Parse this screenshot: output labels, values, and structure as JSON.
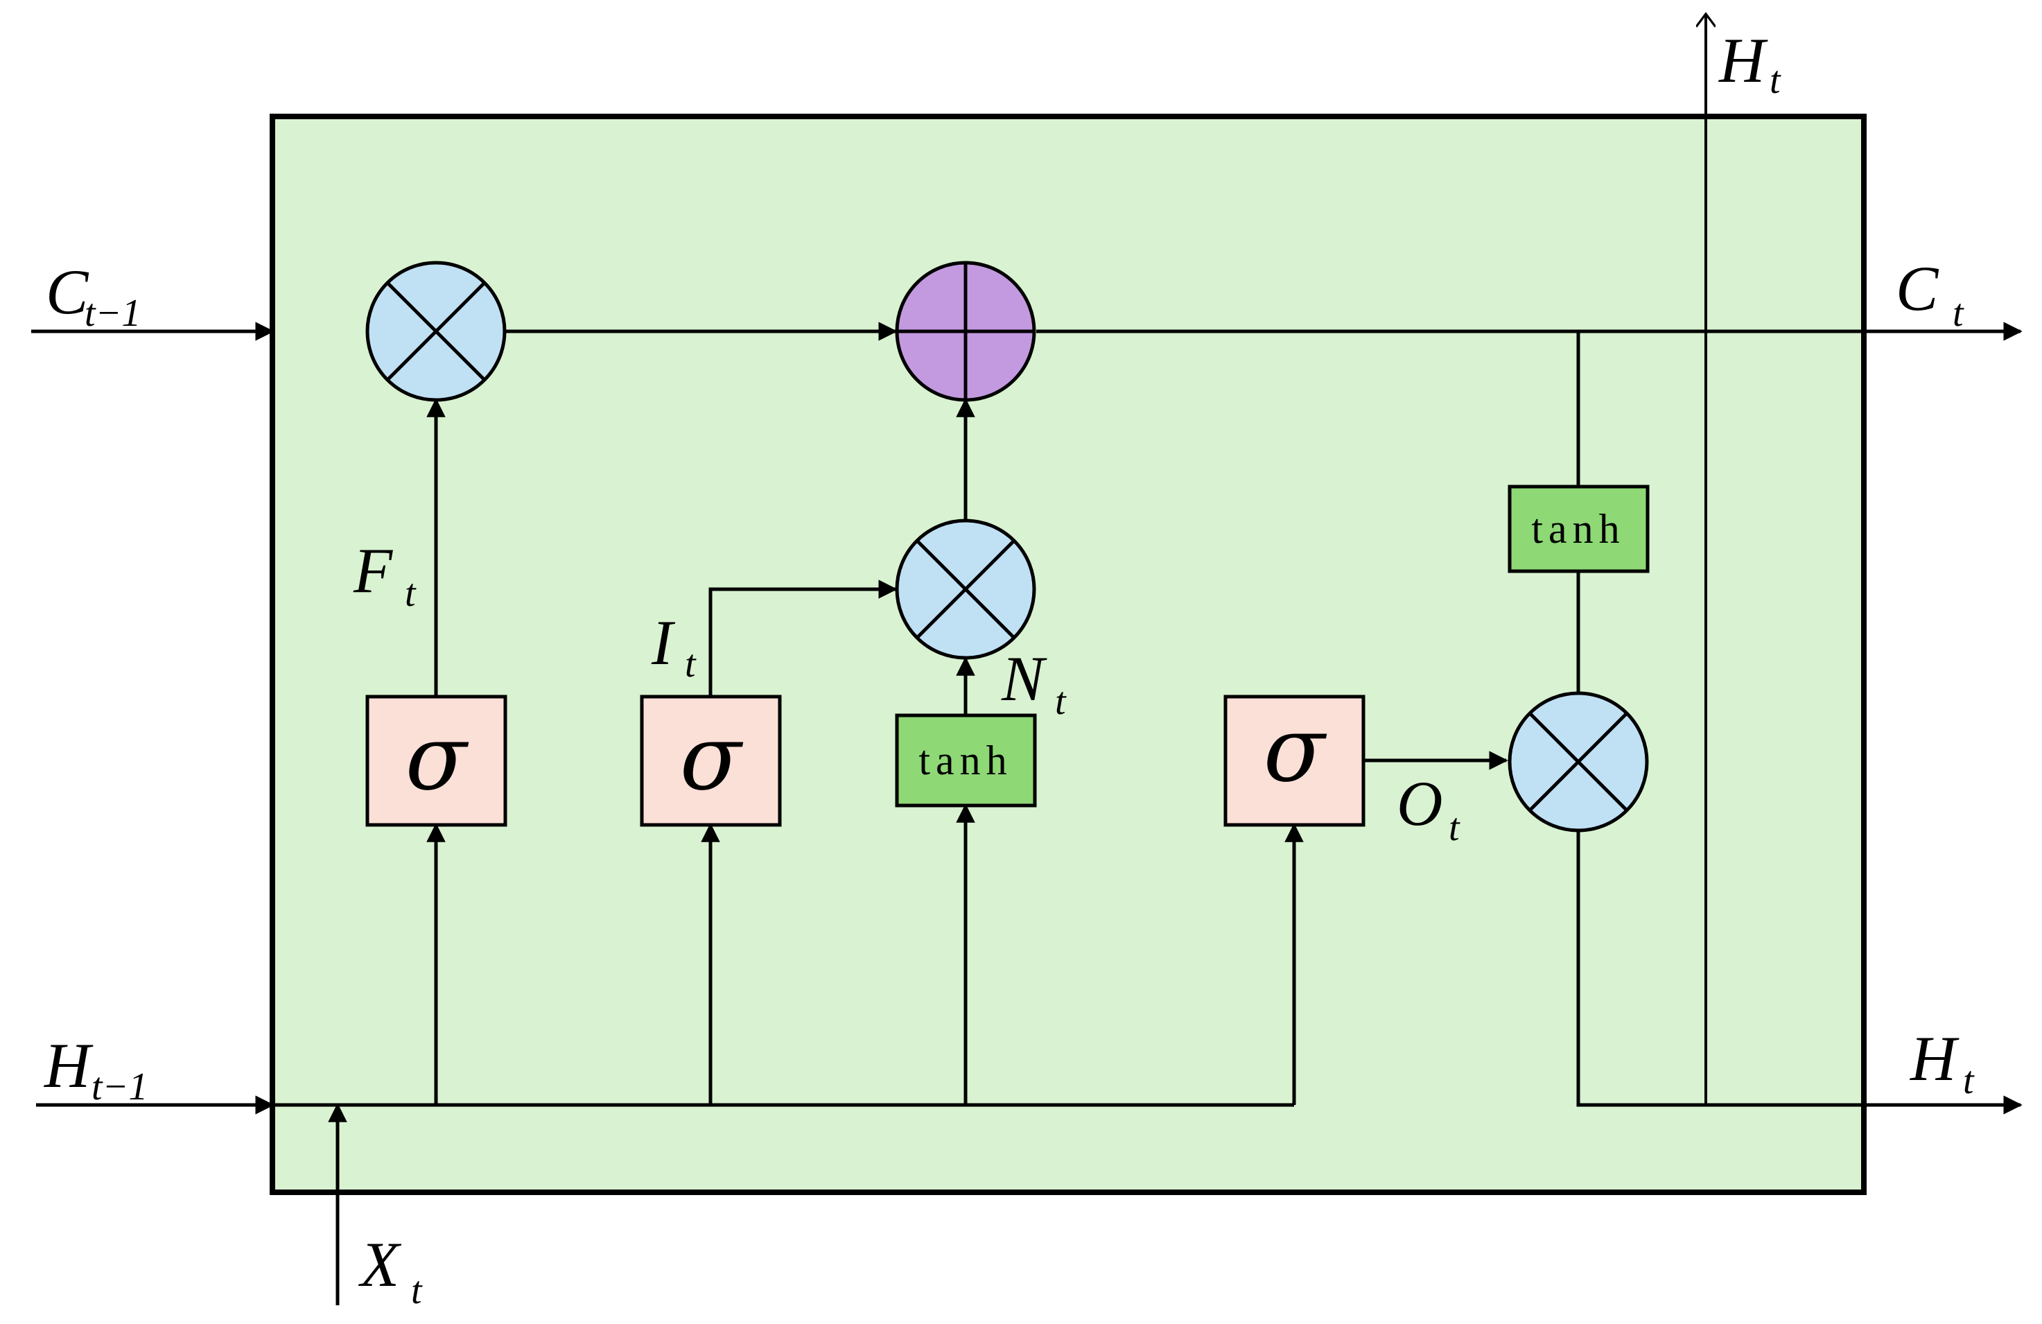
{
  "colors": {
    "cell_fill": "#d9f2d1",
    "multiply_fill": "#c0e0f4",
    "add_fill": "#c39ae0",
    "sigma_fill": "#fae0d6",
    "tanh_fill": "#8ed876"
  },
  "labels": {
    "c_prev": {
      "main": "C",
      "sub": "t−1"
    },
    "h_prev": {
      "main": "H",
      "sub": "t−1"
    },
    "x_t": {
      "main": "X",
      "sub": "t"
    },
    "c_t": {
      "main": "C",
      "sub": "t"
    },
    "h_t_top": {
      "main": "H",
      "sub": "t"
    },
    "h_t_right": {
      "main": "H",
      "sub": "t"
    },
    "f_t": {
      "main": "F",
      "sub": "t"
    },
    "i_t": {
      "main": "I",
      "sub": "t"
    },
    "n_t": {
      "main": "N",
      "sub": "t"
    },
    "o_t": {
      "main": "O",
      "sub": "t"
    }
  },
  "gates": {
    "sigma_symbol": "σ",
    "tanh_label": "tanh"
  }
}
